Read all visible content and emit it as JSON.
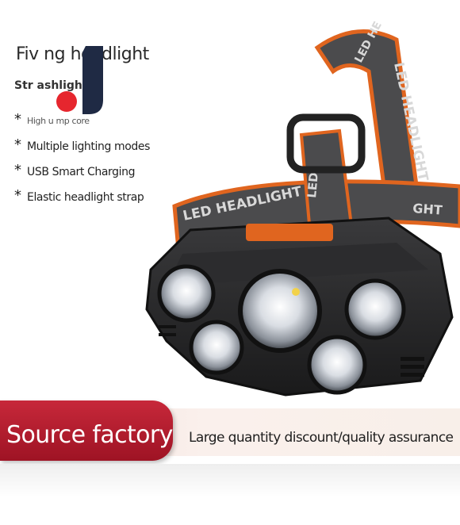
{
  "product": {
    "title": "Fiv          ng headlight",
    "subtitle": "Str               ashlight",
    "features": [
      {
        "text": "High u               mp core",
        "small": true
      },
      {
        "text": "Multiple lighting modes",
        "small": false
      },
      {
        "text": "USB Smart Charging",
        "small": false
      },
      {
        "text": "Elastic headlight strap",
        "small": false
      }
    ],
    "bullet_symbol": "*"
  },
  "strap_text": {
    "left_band": "LED HEADLIGHT",
    "top_band": "LED HE",
    "right_band": "LED HEADLIGHT",
    "center_band": "LED",
    "right_lower": "GHT"
  },
  "banner": {
    "badge": "Source factory",
    "slogan": "Large quantity discount/quality assurance"
  },
  "colors": {
    "badge_red": "#b51d30",
    "strap_orange": "#e0651f",
    "strap_gray": "#5a5a5a",
    "logo_navy": "#1f2a44",
    "logo_red": "#e6262e"
  },
  "icons": {
    "logo": "brand-logo-icon"
  }
}
